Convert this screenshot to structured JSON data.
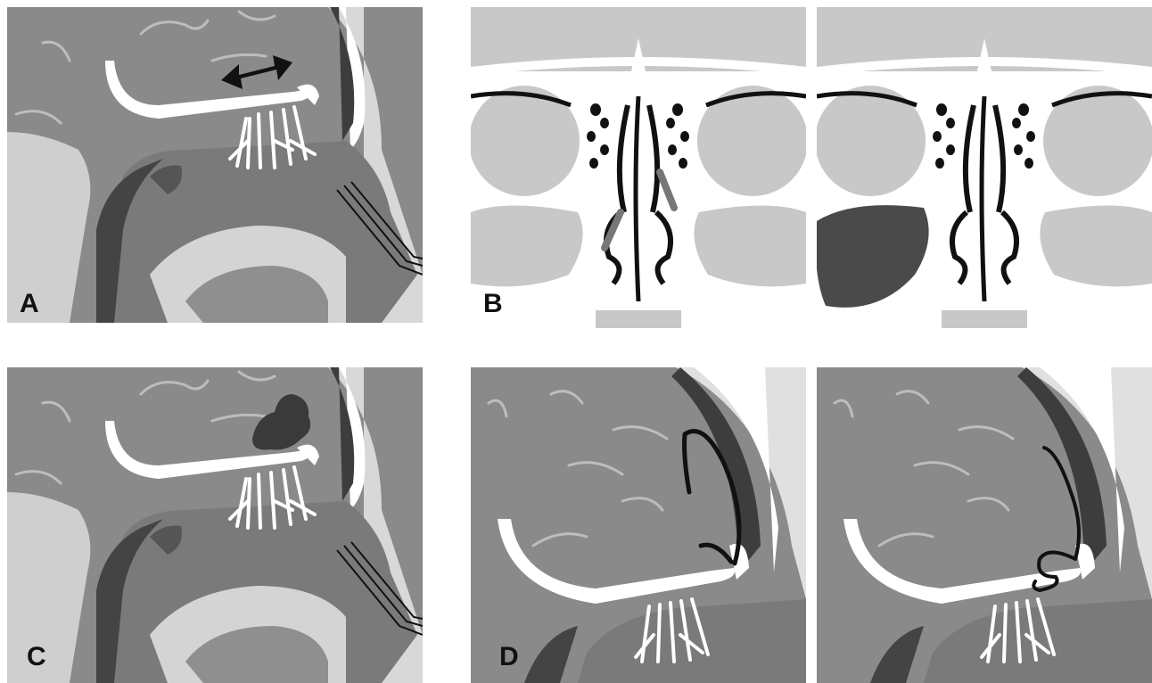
{
  "figure": {
    "panels": [
      {
        "id": "A",
        "label": "A",
        "view": "sagittal",
        "marks": [
          "double-arrow",
          "olfactory-fibers",
          "nasal-instrument"
        ]
      },
      {
        "id": "B",
        "label": "B",
        "view": "coronal",
        "marks": [
          "arrows"
        ]
      },
      {
        "id": "B2",
        "label": "",
        "view": "coronal",
        "marks": [
          "filled-sinus"
        ]
      },
      {
        "id": "C",
        "label": "C",
        "view": "sagittal",
        "marks": [
          "lesion",
          "olfactory-fibers",
          "nasal-instrument"
        ]
      },
      {
        "id": "D",
        "label": "D",
        "view": "sagittal-zoom",
        "marks": [
          "outline-curve"
        ]
      },
      {
        "id": "D2",
        "label": "",
        "view": "sagittal-zoom",
        "marks": [
          "outline-curve-2"
        ]
      }
    ],
    "colors": {
      "brain": "#8c8c8c",
      "bone": "#ffffff",
      "dark_structure": "#4a4a4a",
      "light_structure": "#c8c8c8",
      "black": "#111111"
    }
  }
}
